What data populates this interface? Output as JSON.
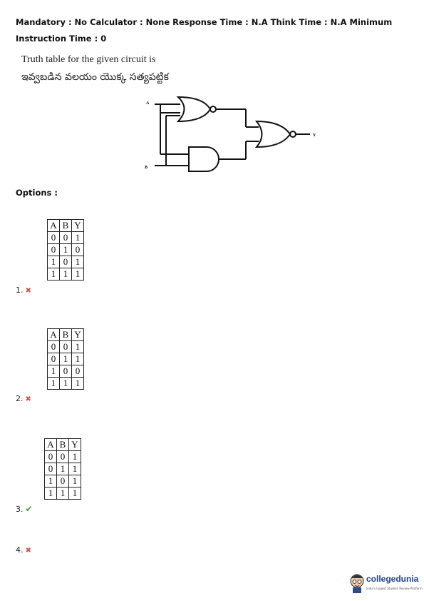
{
  "header": {
    "meta_line": "Mandatory : No Calculator : None Response Time : N.A Think Time : N.A Minimum Instruction Time : 0"
  },
  "question": {
    "text_en": "Truth table for the given circuit is",
    "text_te": "ఇవ్వబడిన వలయం యొక్క సత్యపట్టిక",
    "circuit_labels": {
      "a": "A",
      "b": "B",
      "y": "Y"
    }
  },
  "options_heading": "Options :",
  "options": [
    {
      "number": "1.",
      "status": "wrong",
      "mark": "✖",
      "headers": [
        "A",
        "B",
        "Y"
      ],
      "rows": [
        [
          "0",
          "0",
          "1"
        ],
        [
          "0",
          "1",
          "0"
        ],
        [
          "1",
          "0",
          "1"
        ],
        [
          "1",
          "1",
          "1"
        ]
      ]
    },
    {
      "number": "2.",
      "status": "wrong",
      "mark": "✖",
      "headers": [
        "A",
        "B",
        "Y"
      ],
      "rows": [
        [
          "0",
          "0",
          "1"
        ],
        [
          "0",
          "1",
          "1"
        ],
        [
          "1",
          "0",
          "0"
        ],
        [
          "1",
          "1",
          "1"
        ]
      ]
    },
    {
      "number": "3.",
      "status": "correct",
      "mark": "✔",
      "headers": [
        "A",
        "B",
        "Y"
      ],
      "rows": [
        [
          "0",
          "0",
          "1"
        ],
        [
          "0",
          "1",
          "1"
        ],
        [
          "1",
          "0",
          "1"
        ],
        [
          "1",
          "1",
          "1"
        ]
      ]
    },
    {
      "number": "4.",
      "status": "wrong",
      "mark": "✖"
    }
  ],
  "logo": {
    "brand": "collegedunia",
    "tagline": "India's largest Student Review Platform"
  },
  "colors": {
    "wrong": "#d9534f",
    "correct": "#3aa335"
  }
}
